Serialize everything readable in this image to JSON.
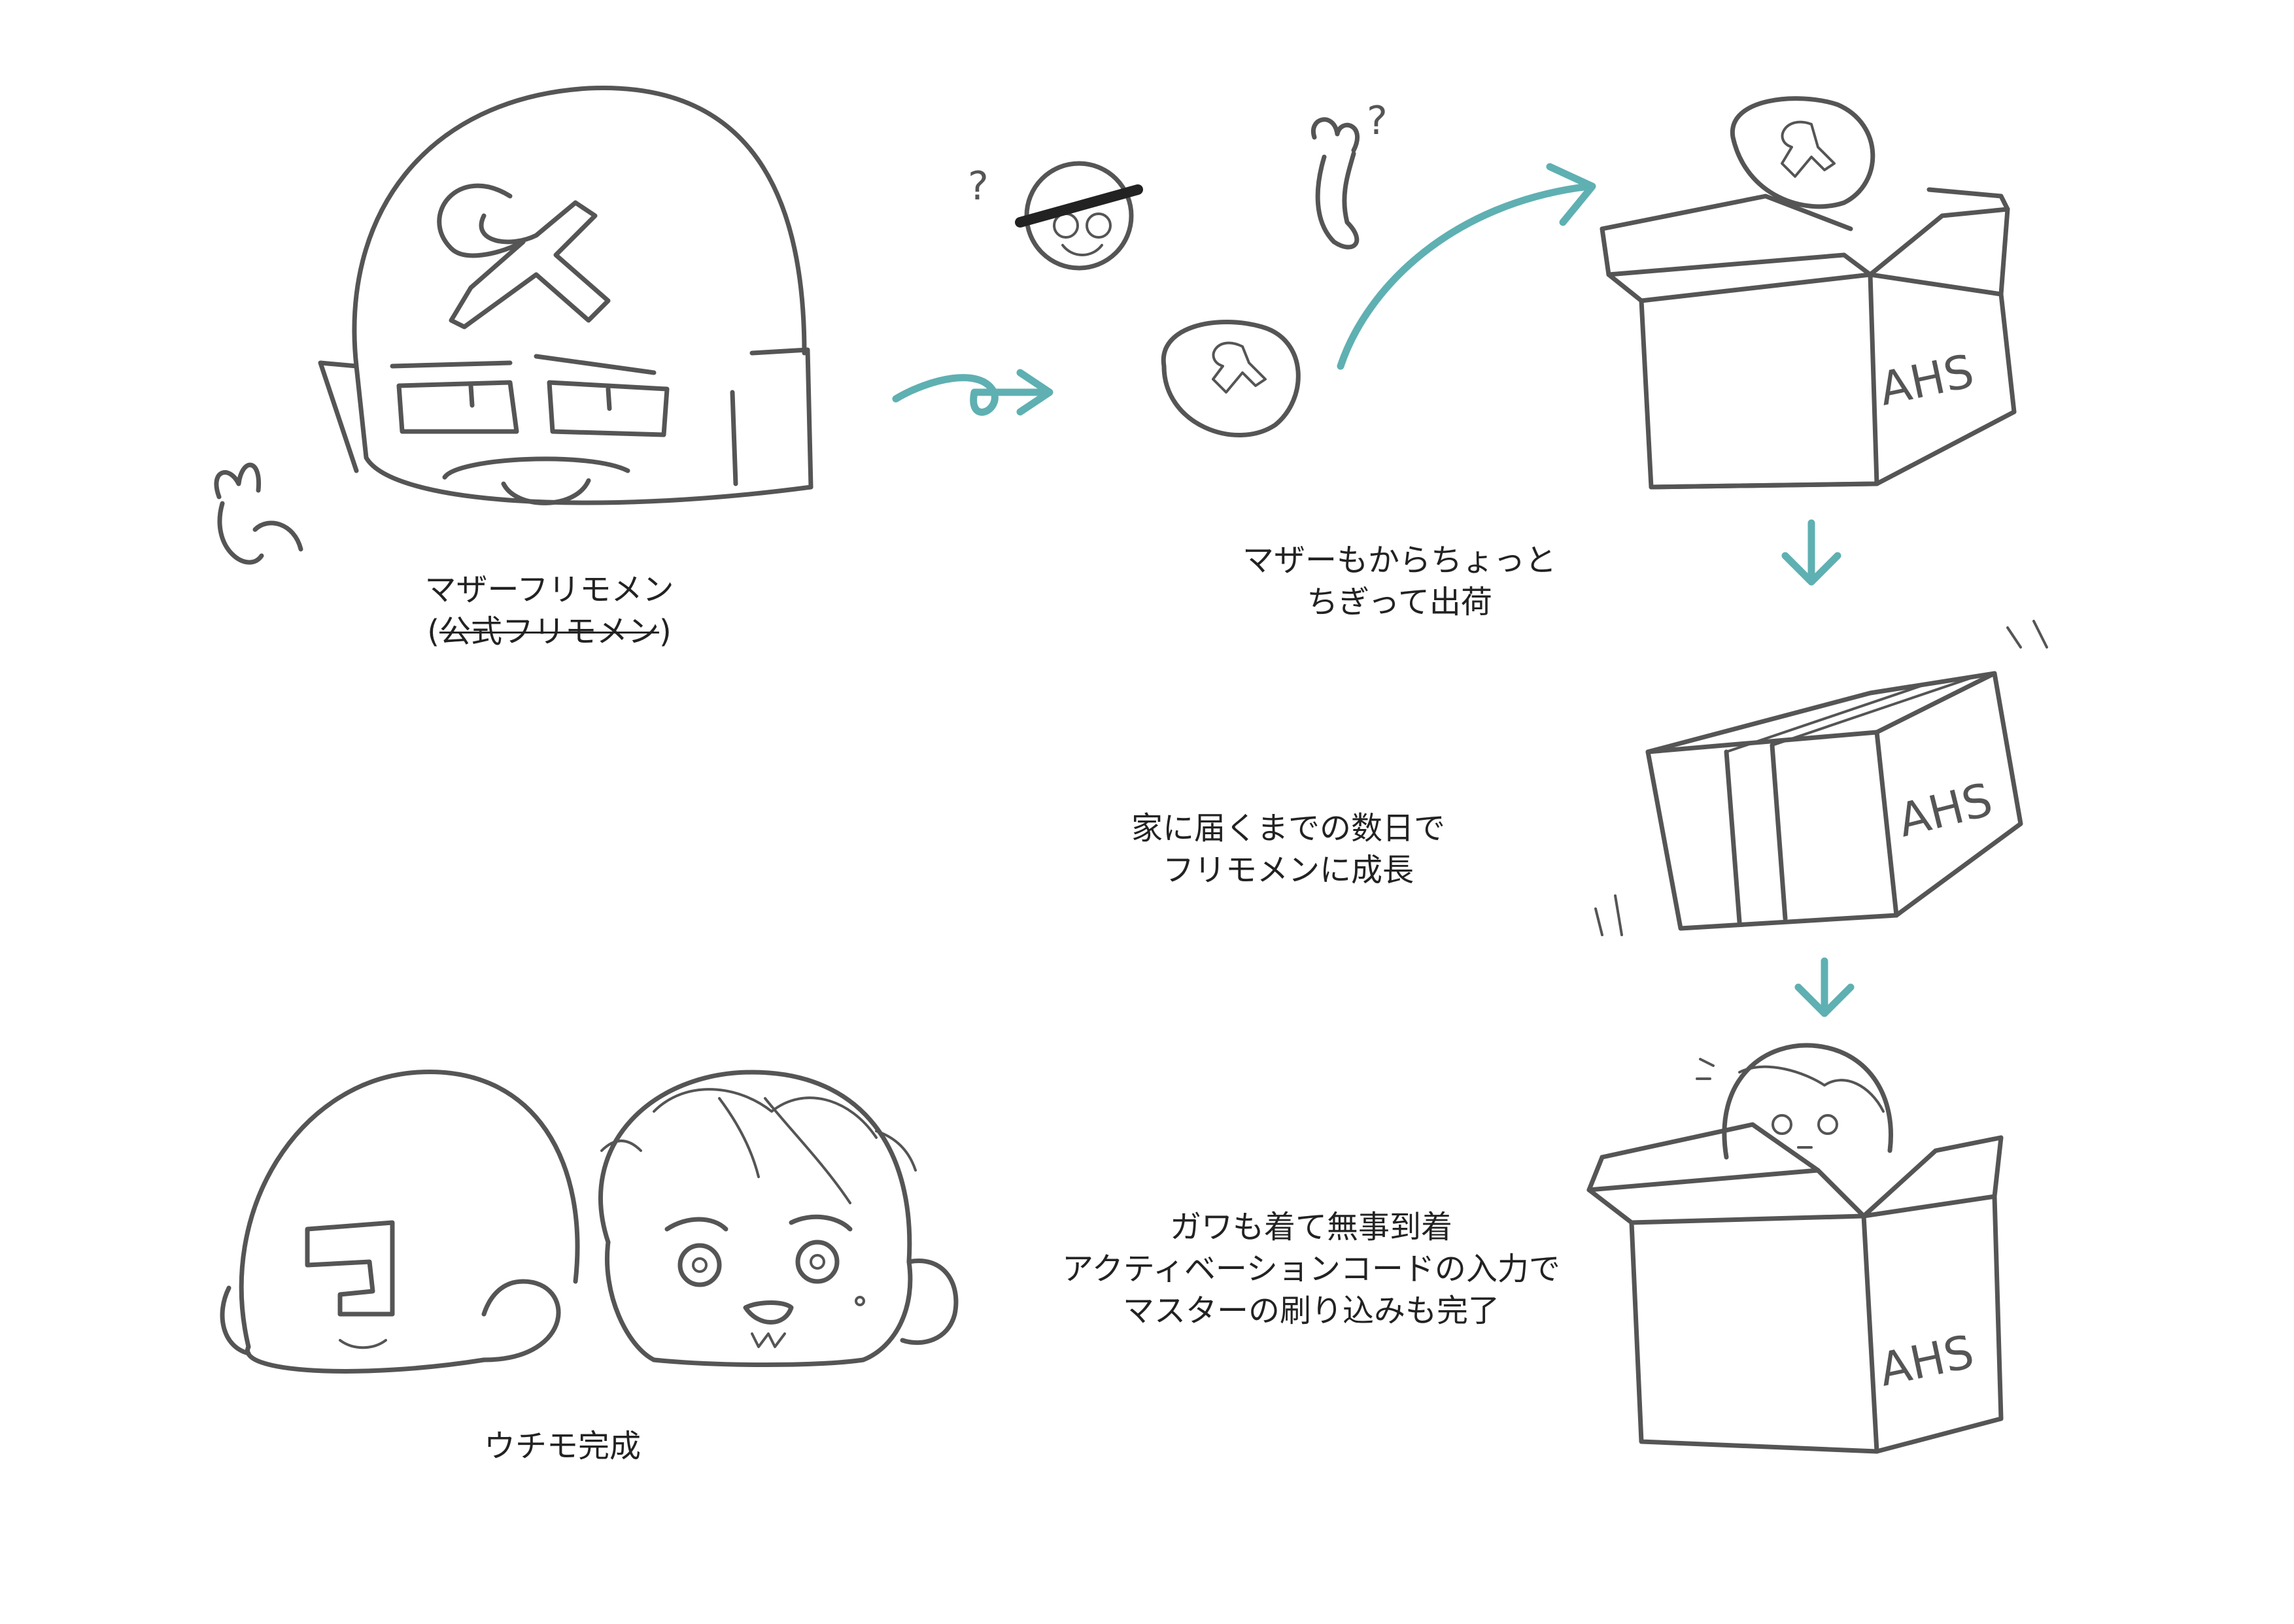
{
  "captions": {
    "mother_line1": "マザーフリモメン",
    "mother_open": "(",
    "mother_official_struck": "公式フリモメン",
    "mother_close": ")",
    "ship_line1": "マザーもからちょっと",
    "ship_line2": "ちぎって出荷",
    "grow_line1": "家に届くまでの数日で",
    "grow_line2": "フリモメンに成長",
    "arrive_line1": "ガワも着て無事到着",
    "arrive_line2": "アクティベーションコードの入力で",
    "arrive_line3": "マスターの刷り込みも完了",
    "done": "ウチモ完成"
  },
  "box_labels": {
    "box1": "AHS",
    "box2": "AHS",
    "box3": "AHS"
  },
  "marks": {
    "question1": "?",
    "question2": "?"
  },
  "colors": {
    "arrow": "#5fb0b2",
    "line": "#555555",
    "text": "#222222"
  }
}
